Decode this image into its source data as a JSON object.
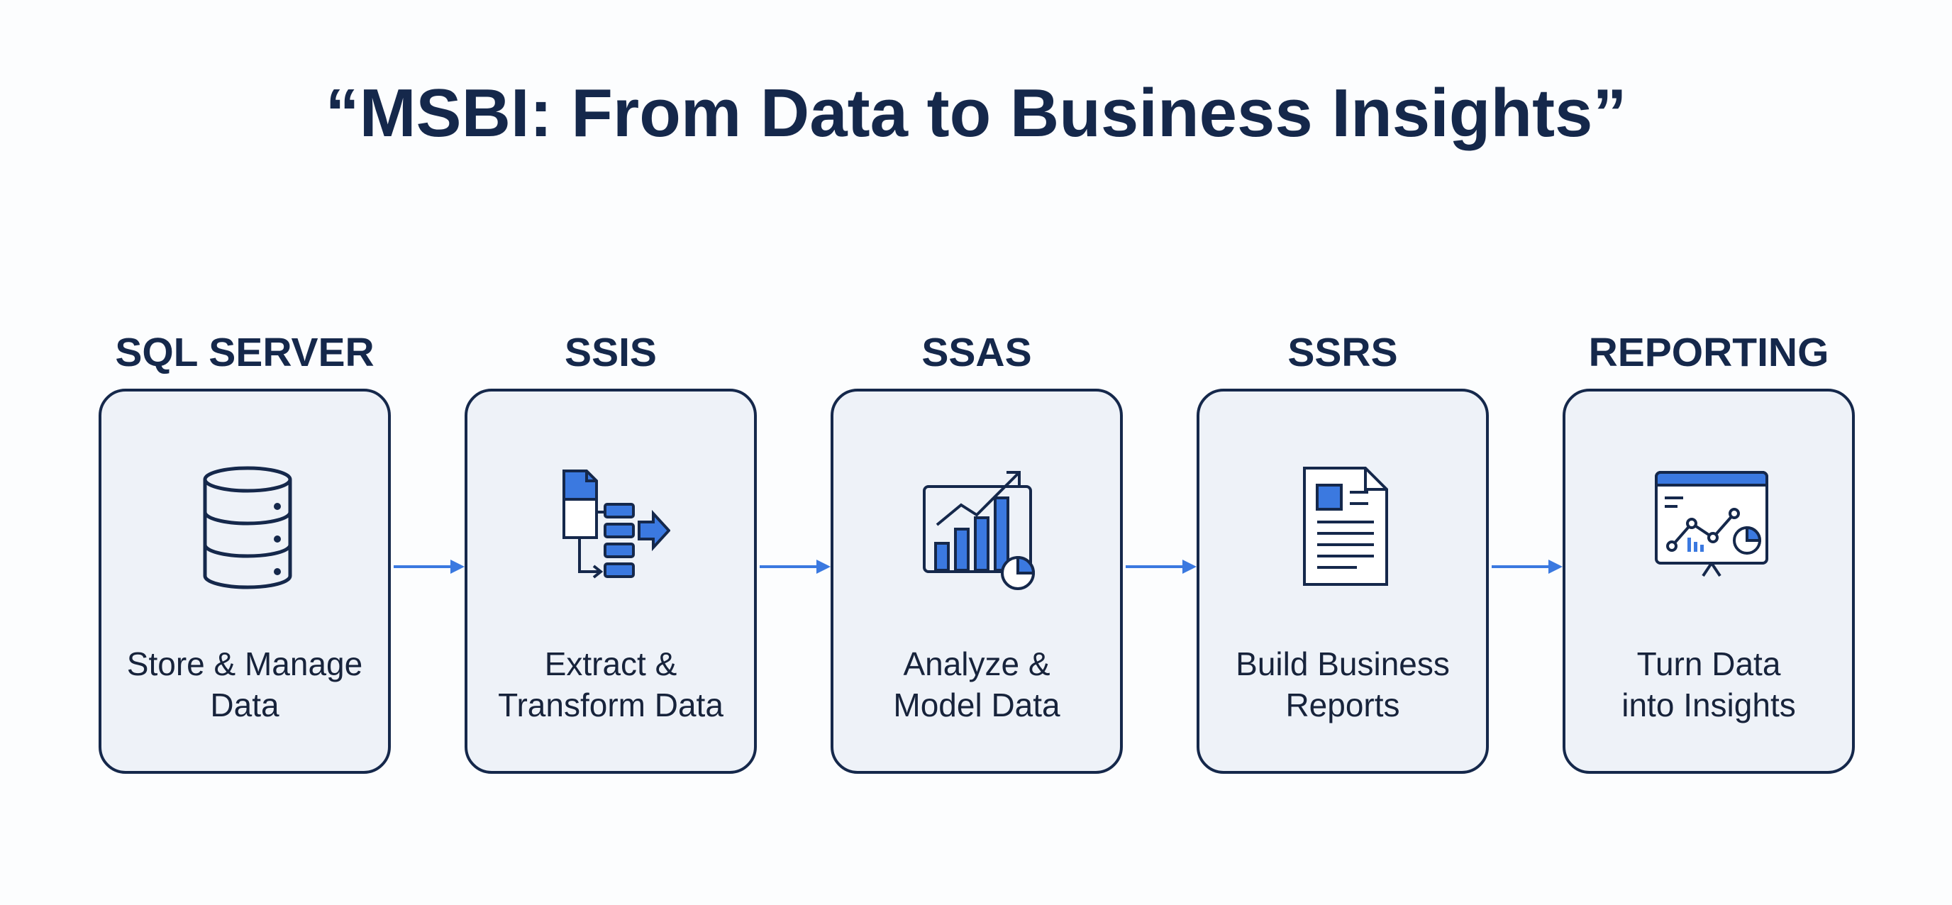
{
  "title": "“MSBI: From Data to Business Insights”",
  "stages": [
    {
      "label": "SQL SERVER",
      "icon": "database-icon",
      "description": [
        "Store & Manage",
        "Data"
      ]
    },
    {
      "label": "SSIS",
      "icon": "etl-flow-icon",
      "description": [
        "Extract &",
        "Transform Data"
      ]
    },
    {
      "label": "SSAS",
      "icon": "analytics-chart-icon",
      "description": [
        "Analyze &",
        "Model Data"
      ]
    },
    {
      "label": "SSRS",
      "icon": "report-document-icon",
      "description": [
        "Build Business",
        "Reports"
      ]
    },
    {
      "label": "REPORTING",
      "icon": "dashboard-presentation-icon",
      "description": [
        "Turn Data",
        "into Insights"
      ]
    }
  ],
  "colors": {
    "primary": "#15284b",
    "accent": "#3b79e0",
    "card_fill": "#eef2f8",
    "background": "#fcfdfe"
  }
}
